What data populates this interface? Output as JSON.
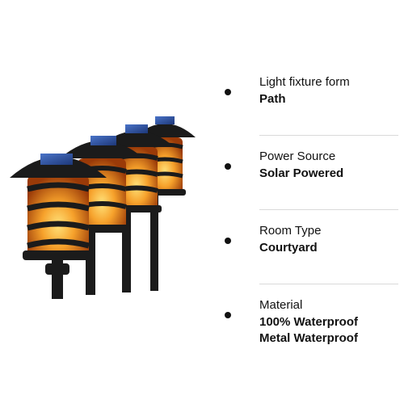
{
  "product": {
    "image_alt": "Four solar flame torch lights on black stakes"
  },
  "specs": [
    {
      "label": "Light fixture form",
      "values": [
        "Path"
      ]
    },
    {
      "label": "Power Source",
      "values": [
        "Solar Powered"
      ]
    },
    {
      "label": "Room Type",
      "values": [
        "Courtyard"
      ]
    },
    {
      "label": "Material",
      "values": [
        "100% Waterproof",
        "Metal Waterproof"
      ]
    }
  ],
  "colors": {
    "text": "#111111",
    "divider": "#d9d9d9",
    "flame": "#f28c1e",
    "metal": "#1b1b1b",
    "solar_panel": "#2a4fa0"
  }
}
